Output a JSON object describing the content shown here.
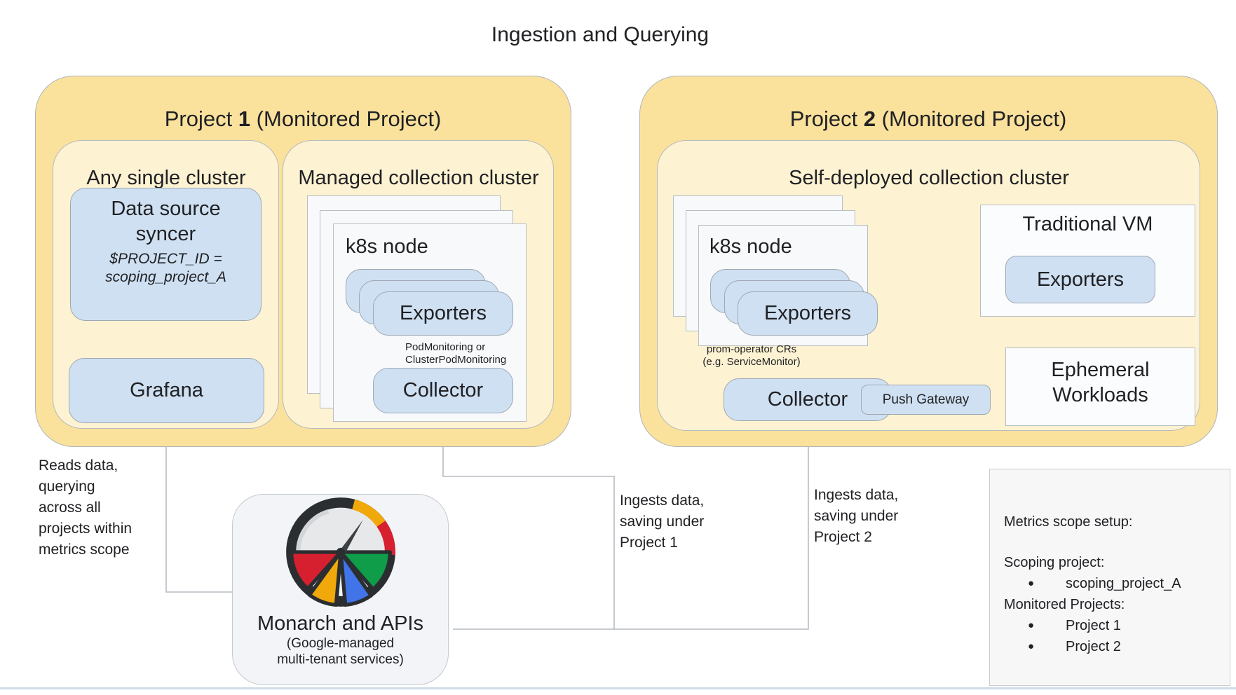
{
  "title": "Ingestion and Querying",
  "bullet": "●",
  "colors": {
    "outer_yellow": "#fae19c",
    "inner_yellow": "#fdf2d2",
    "blue_box": "#cfe0f2",
    "card": "#f7f9fb",
    "wire": "#b6bcc3",
    "gauge_red": "#d6202f",
    "gauge_yellow": "#f0a80b",
    "gauge_blue": "#4174e8",
    "gauge_green": "#0f9d4a",
    "gauge_dark": "#2b2e31"
  },
  "project1": {
    "title_pre": "Project ",
    "title_num": "1",
    "title_post": " (Monitored Project)",
    "any_single_cluster": {
      "label": "Any single cluster",
      "data_source_syncer": {
        "line1": "Data source",
        "line2": "syncer",
        "sub1": "$PROJECT_ID =",
        "sub2": "scoping_project_A"
      },
      "grafana": "Grafana"
    },
    "managed_cluster": {
      "label": "Managed collection cluster",
      "k8s_node": "k8s node",
      "exporters": "Exporters",
      "pod_monitoring_line1": "PodMonitoring or",
      "pod_monitoring_line2": "ClusterPodMonitoring",
      "collector": "Collector"
    }
  },
  "project2": {
    "title_pre": "Project ",
    "title_num": "2",
    "title_post": " (Monitored Project)",
    "self_deployed_cluster": {
      "label": "Self-deployed collection cluster",
      "k8s_node": "k8s node",
      "exporters": "Exporters",
      "prom_crs_line1": "prom-operator CRs",
      "prom_crs_line2": "(e.g. ServiceMonitor)",
      "collector": "Collector",
      "push_gateway": "Push Gateway"
    },
    "traditional_vm": {
      "label": "Traditional VM",
      "exporters": "Exporters"
    },
    "ephemeral": {
      "line1": "Ephemeral",
      "line2": "Workloads"
    }
  },
  "monarch": {
    "title": "Monarch and APIs",
    "sub1": "(Google-managed",
    "sub2": "multi-tenant services)"
  },
  "annotations": {
    "reads": [
      "Reads data,",
      "querying",
      "across all",
      "projects within",
      "metrics scope"
    ],
    "ingest1": [
      "Ingests data,",
      "saving under",
      "Project 1"
    ],
    "ingest2": [
      "Ingests data,",
      "saving under",
      "Project 2"
    ]
  },
  "metrics_scope": {
    "heading": "Metrics scope setup:",
    "scoping_label": "Scoping project:",
    "scoping_value": "scoping_project_A",
    "monitored_label": "Monitored Projects:",
    "monitored_1": "Project 1",
    "monitored_2": "Project 2"
  }
}
